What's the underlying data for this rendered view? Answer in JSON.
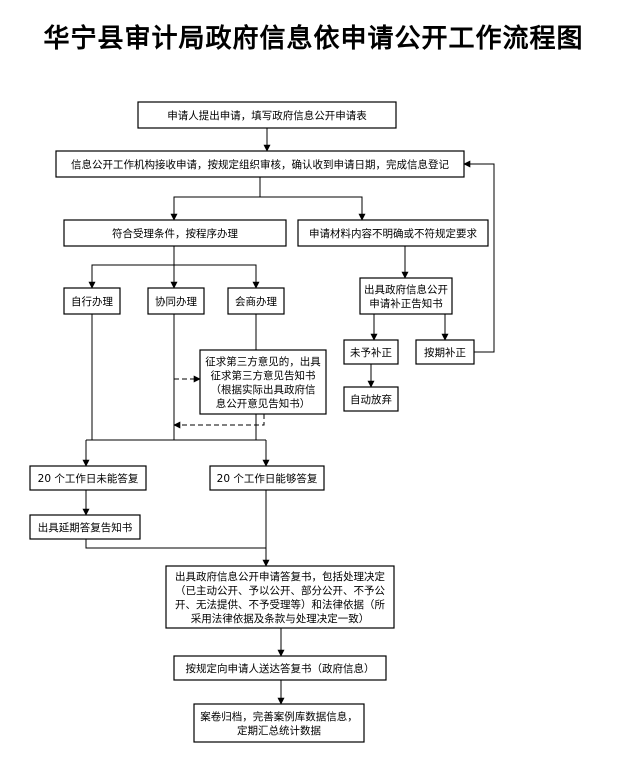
{
  "title": "华宁县审计局政府信息依申请公开工作流程图",
  "nodes": [
    {
      "id": "apply",
      "lines": [
        "申请人提出申请，填写政府信息公开申请表"
      ]
    },
    {
      "id": "receive",
      "lines": [
        "信息公开工作机构接收申请，按规定组织审核，确认收到申请日期，完成信息登记"
      ]
    },
    {
      "id": "accept",
      "lines": [
        "符合受理条件，按程序办理"
      ]
    },
    {
      "id": "unclear",
      "lines": [
        "申请材料内容不明确或不符规定要求"
      ]
    },
    {
      "id": "self",
      "lines": [
        "自行办理"
      ]
    },
    {
      "id": "coop",
      "lines": [
        "协同办理"
      ]
    },
    {
      "id": "consult",
      "lines": [
        "会商办理"
      ]
    },
    {
      "id": "notice_fix",
      "lines": [
        "出具政府信息公开",
        "申请补正告知书"
      ]
    },
    {
      "id": "no_fix",
      "lines": [
        "未予补正"
      ]
    },
    {
      "id": "fixed",
      "lines": [
        "按期补正"
      ]
    },
    {
      "id": "abandon",
      "lines": [
        "自动放弃"
      ]
    },
    {
      "id": "third",
      "lines": [
        "征求第三方意见的，出具",
        "征求第三方意见告知书",
        "（根据实际出具政府信",
        "息公开意见告知书）"
      ]
    },
    {
      "id": "not_in_20",
      "lines": [
        "20 个工作日未能答复"
      ]
    },
    {
      "id": "in_20",
      "lines": [
        "20 个工作日能够答复"
      ]
    },
    {
      "id": "extend",
      "lines": [
        "出具延期答复告知书"
      ]
    },
    {
      "id": "reply",
      "lines": [
        "出具政府信息公开申请答复书，包括处理决定",
        "（已主动公开、予以公开、部分公开、不予公",
        "开、无法提供、不予受理等）和法律依据（所",
        "采用法律依据及条款与处理决定一致）"
      ]
    },
    {
      "id": "deliver",
      "lines": [
        "按规定向申请人送达答复书（政府信息）"
      ]
    },
    {
      "id": "archive",
      "lines": [
        "案卷归档，完善案例库数据信息，",
        "定期汇总统计数据"
      ]
    }
  ]
}
